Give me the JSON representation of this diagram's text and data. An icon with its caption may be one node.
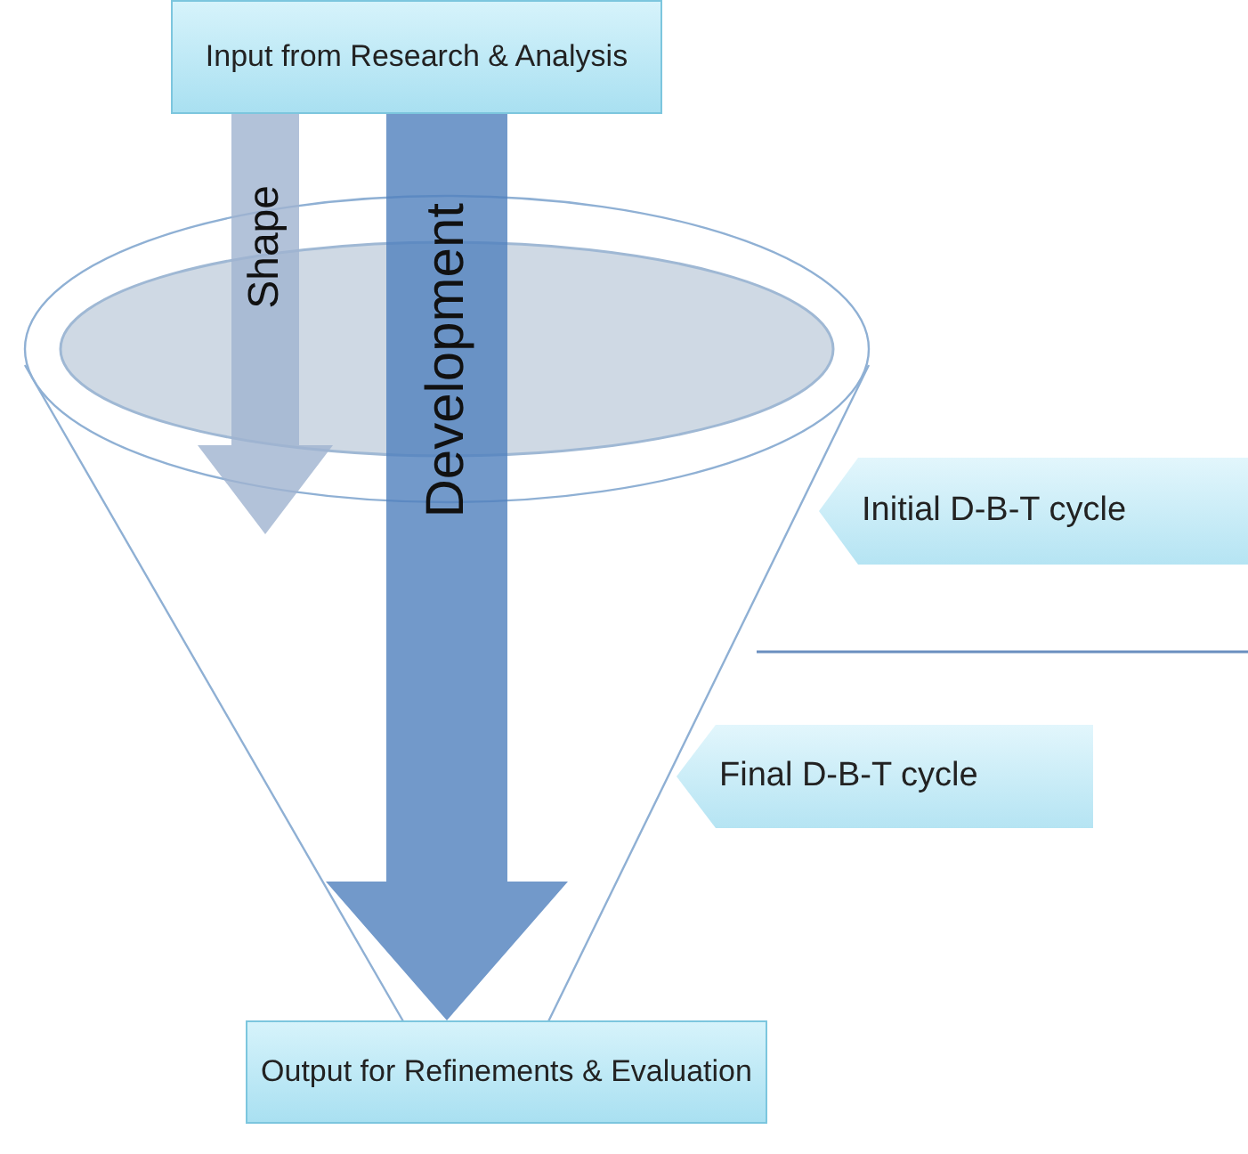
{
  "diagram": {
    "nodes": [
      {
        "text": [
          "Input from Research & Analysis"
        ]
      },
      {
        "text": [
          "Initial D-B-T cycle"
        ]
      },
      {
        "text": [
          "Final D-B-T cycle"
        ]
      },
      {
        "text": [
          "Output for Refinements & Evaluation"
        ]
      }
    ],
    "edges": [
      {
        "from": 0,
        "to": null,
        "arrow": "to",
        "label": "Shape",
        "style": "thick",
        "color": "#9fb3cf"
      },
      {
        "from": 0,
        "to": 3,
        "arrow": "to",
        "label": "Development",
        "style": "thick"
      }
    ]
  }
}
